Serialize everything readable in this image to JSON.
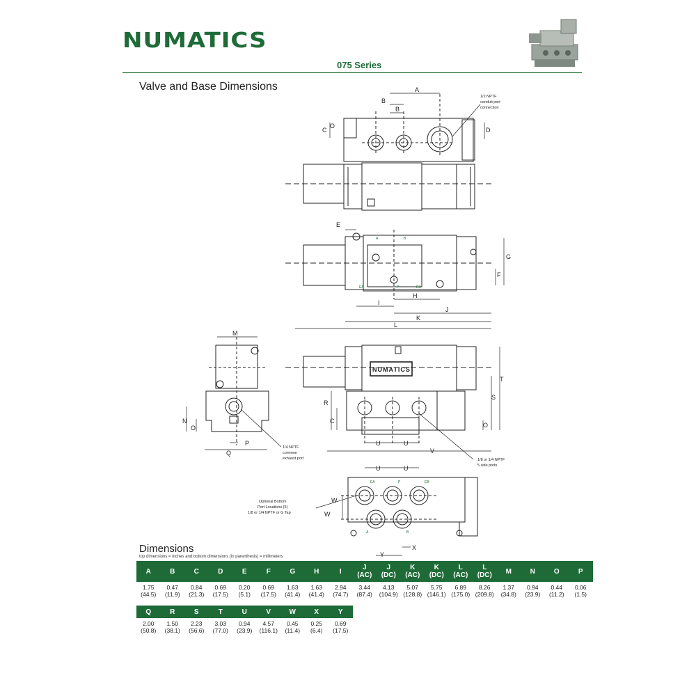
{
  "brand": {
    "name": "NUMATICS",
    "registered": "®"
  },
  "series": "075 Series",
  "section_title": "Valve and Base Dimensions",
  "callouts": {
    "conduit": [
      "1/2 NPTF",
      "conduit port",
      "connection"
    ],
    "exhaust": [
      "1/4 NPTF",
      "common",
      "exhaust port"
    ],
    "side_ports": [
      "1/8 or 1/4 NPTF",
      "5 side ports"
    ],
    "bottom_ports": [
      "Optional Bottom",
      "Port Locations (5)",
      "1/8 or 1/4 NPTF or G Tap"
    ]
  },
  "drawing_letters": {
    "A": "A",
    "B": "B",
    "C": "C",
    "D": "D",
    "E": "E",
    "F": "F",
    "G": "G",
    "H": "H",
    "I": "I",
    "J": "J",
    "K": "K",
    "L": "L",
    "M": "M",
    "N": "N",
    "O": "O",
    "P": "P",
    "Q": "Q",
    "R": "R",
    "S": "S",
    "T": "T",
    "U": "U",
    "V": "V",
    "W": "W",
    "X": "X",
    "Y": "Y"
  },
  "port_labels": {
    "ea": "EA",
    "p": "P",
    "eb": "EB",
    "a": "A",
    "b": "B"
  },
  "body_label": "NUMATICS",
  "dimensions": {
    "title": "Dimensions",
    "subtitle": "top dimensions = inches and bottom dimensions (in parenthesis) = millimeters",
    "table1": {
      "headers": [
        "A",
        "B",
        "C",
        "D",
        "E",
        "F",
        "G",
        "H",
        "I",
        "J\n(AC)",
        "J\n(DC)",
        "K\n(AC)",
        "K\n(DC)",
        "L\n(AC)",
        "L\n(DC)",
        "M",
        "N",
        "O",
        "P"
      ],
      "inches": [
        "1.75",
        "0.47",
        "0.84",
        "0.69",
        "0.20",
        "0.69",
        "1.63",
        "1.63",
        "2.94",
        "3.44",
        "4.13",
        "5.07",
        "5.75",
        "6.89",
        "8.26",
        "1.37",
        "0.94",
        "0.44",
        "0.06"
      ],
      "mm": [
        "(44.5)",
        "(11.9)",
        "(21.3)",
        "(17.5)",
        "(5.1)",
        "(17.5)",
        "(41.4)",
        "(41.4)",
        "(74.7)",
        "(87.4)",
        "(104.9)",
        "(128.8)",
        "(146.1)",
        "(175.0)",
        "(209.8)",
        "(34.8)",
        "(23.9)",
        "(11.2)",
        "(1.5)"
      ]
    },
    "table2": {
      "headers": [
        "Q",
        "R",
        "S",
        "T",
        "U",
        "V",
        "W",
        "X",
        "Y"
      ],
      "inches": [
        "2.00",
        "1.50",
        "2.23",
        "3.03",
        "0.94",
        "4.57",
        "0.45",
        "0.25",
        "0.69"
      ],
      "mm": [
        "(50.8)",
        "(38.1)",
        "(56.6)",
        "(77.0)",
        "(23.9)",
        "(116.1)",
        "(11.4)",
        "(6.4)",
        "(17.5)"
      ]
    }
  },
  "colors": {
    "brand_green": "#1e6b38",
    "line": "#222222"
  }
}
